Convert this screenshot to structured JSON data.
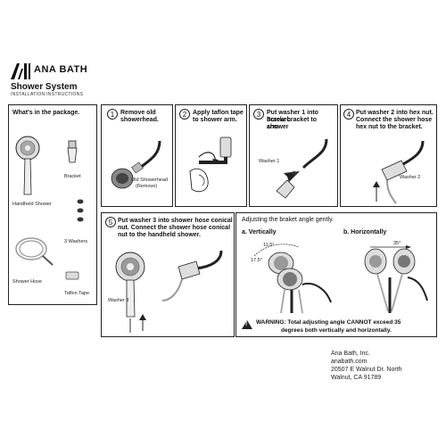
{
  "brand": {
    "name": "ANA BATH"
  },
  "doc": {
    "title": "Shower System",
    "subtitle": "INSTALLATION INSTRUCTIONS"
  },
  "package": {
    "heading": "What's in the package.",
    "items": {
      "handheld_shower": "Handheld Shower",
      "bracket": "Bracket",
      "washers": "3 Washers",
      "shower_hose": "Shower Hose",
      "taflon_tape": "Taflon Tape"
    }
  },
  "steps": {
    "s1": {
      "num": "1",
      "text_l1": "Remove old",
      "text_l2": "showerhead.",
      "label_l1": "Old Showerhead",
      "label_l2": "(Remove)"
    },
    "s2": {
      "num": "2",
      "text_l1": "Apply taflon tape",
      "text_l2": "to shower arm."
    },
    "s3": {
      "num": "3",
      "text_l1": "Put washer 1 into bracket.",
      "text_l2": "Screw bracket to shower",
      "text_l3": "arm.",
      "label": "Washer 1"
    },
    "s4": {
      "num": "4",
      "text_l1": "Put washer 2 into hex nut.",
      "text_l2": "Connect the shower hose",
      "text_l3": "hex nut to the bracket.",
      "label": "Washer 2"
    },
    "s5": {
      "num": "5",
      "text_l1": "Put washer 3 into shower hose conical",
      "text_l2": "nut. Connect the shower hose conical",
      "text_l3": "nut to the handheld shower.",
      "label": "Washer 3"
    }
  },
  "adjust": {
    "heading": "Adjusting the braket angle gently.",
    "vertical": "a. Vertically",
    "horizontal": "b. Horizontally",
    "angle_a1": "11.5°",
    "angle_a2": "17.5°",
    "angle_b": "35°",
    "warning_l1": "WARNING: Total adjusting angle CANNOT exceed 35",
    "warning_l2": "degrees both vertically and horizontally."
  },
  "company": {
    "name": "Ana Bath, Inc.",
    "website": "anabath.com",
    "street": "20507 E Walnut Dr. North",
    "city": "Walnut, CA 91789"
  },
  "colors": {
    "ink": "#222222",
    "gray": "#b5b5b5",
    "light": "#e6e6e6"
  }
}
